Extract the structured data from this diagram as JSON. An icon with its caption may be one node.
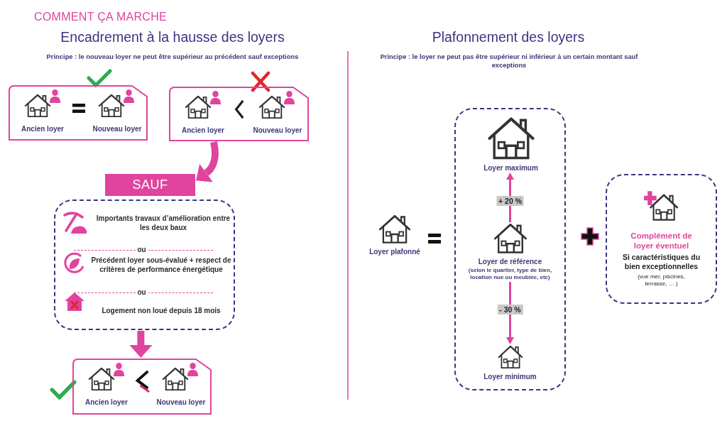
{
  "diagram": {
    "title": "COMMENT ÇA MARCHE",
    "nodes": [
      {
        "text": [
          "Ancien loyer",
          "Nouveau loyer"
        ]
      },
      {
        "text": [
          "Ancien loyer",
          "Nouveau loyer"
        ]
      },
      {
        "text": [
          "SAUF"
        ]
      },
      {
        "text": [
          "Importants travaux d’amélioration entre les deux baux",
          "ou",
          "Précédent loyer sous-évalué + respect de critères de performance énergétique",
          "ou",
          "Logement non loué depuis 18 mois"
        ]
      },
      {
        "text": [
          "Ancien loyer",
          "Nouveau loyer"
        ]
      },
      {
        "text": [
          "Loyer plafonné"
        ]
      },
      {
        "text": [],
        "shape": "box"
      },
      {
        "text": [
          "Loyer maximum"
        ],
        "in": 6
      },
      {
        "text": [
          "Loyer de référence",
          "(selon le quartier, type de bien, location nue ou meublée, etc)"
        ],
        "in": 6
      },
      {
        "text": [
          "Loyer minimum"
        ],
        "in": 6
      },
      {
        "text": [
          "Complément de loyer éventuel",
          "Si caractéristiques du bien exceptionnelles",
          "(vue mer, piscines, terrasse, … )"
        ]
      }
    ],
    "edges": [
      {
        "from": 1,
        "to": 2,
        "arrow": "to",
        "style": "thick"
      },
      {
        "from": 3,
        "to": 4,
        "arrow": "to",
        "style": "thick"
      },
      {
        "from": 8,
        "to": 7,
        "arrow": "to",
        "label": "+ 20 %"
      },
      {
        "from": 8,
        "to": 9,
        "arrow": "to",
        "label": "- 30 %"
      }
    ],
    "labels": [
      "Encadrement à la hausse des loyers",
      "Principe : le nouveau loyer ne peut être supérieur au précédent sauf exceptions",
      "Plafonnement des loyers",
      "Principe : le loyer ne peut pas être supérieur ni inférieur à un certain montant sauf exceptions"
    ]
  }
}
